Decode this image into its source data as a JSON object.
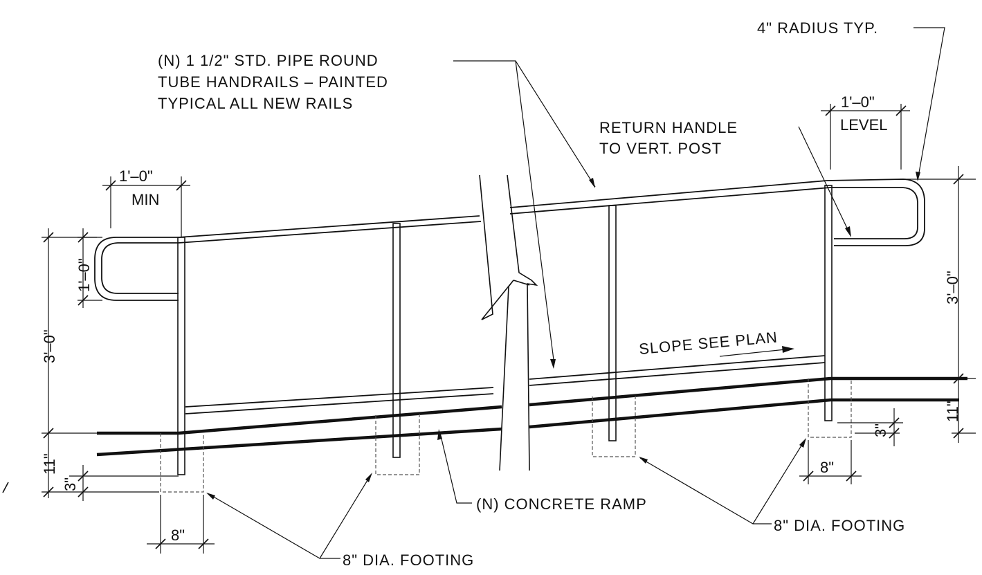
{
  "labels": {
    "radius": "4\" RADIUS TYP.",
    "pipe_line1": "(N) 1 1/2\" STD. PIPE ROUND",
    "pipe_line2": "TUBE HANDRAILS – PAINTED",
    "pipe_line3": "TYPICAL ALL NEW RAILS",
    "return_line1": "RETURN HANDLE",
    "return_line2": "TO VERT. POST",
    "slope": "SLOPE SEE PLAN",
    "concrete_ramp": "(N) CONCRETE RAMP",
    "footing_right": "8\" DIA. FOOTING",
    "footing_bottom": "8\" DIA. FOOTING"
  },
  "dimensions": {
    "left_ext": "1'–0\"",
    "left_ext_note": "MIN",
    "right_ext": "1'–0\"",
    "right_ext_note": "LEVEL",
    "left_return": "1'–0\"",
    "left_height": "3'–0\"",
    "right_height": "3'–0\"",
    "left_depth": "11\"",
    "left_embed": "3\"",
    "right_depth": "11\"",
    "right_embed": "3\"",
    "footing_left_width": "8\"",
    "footing_right_width": "8\""
  }
}
